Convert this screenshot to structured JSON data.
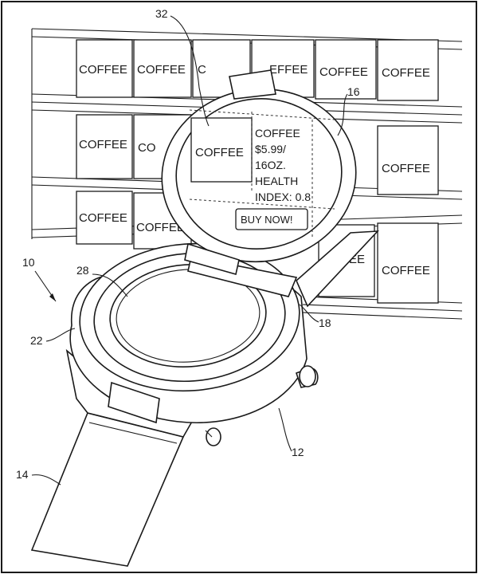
{
  "products": [
    {
      "label": "COFFEE"
    },
    {
      "label": "COFFEE"
    },
    {
      "label": "C"
    },
    {
      "label": "EFFEE"
    },
    {
      "label": "COFFEE"
    },
    {
      "label": "COFFEE"
    },
    {
      "label": "COFFEE"
    },
    {
      "label": "CO"
    },
    {
      "label": "COFFEE"
    },
    {
      "label": "COFFEE"
    },
    {
      "label": "COFFEE"
    },
    {
      "label": "EE"
    },
    {
      "label": "COFFEE"
    }
  ],
  "lens_label": "COFFEE",
  "info_lines": [
    "COFFEE",
    "$5.99/",
    "16OZ.",
    "HEALTH",
    "INDEX: 0.8"
  ],
  "button_label": "BUY NOW!",
  "reference_numerals": [
    "32",
    "16",
    "10",
    "28",
    "22",
    "18",
    "12",
    "14"
  ]
}
